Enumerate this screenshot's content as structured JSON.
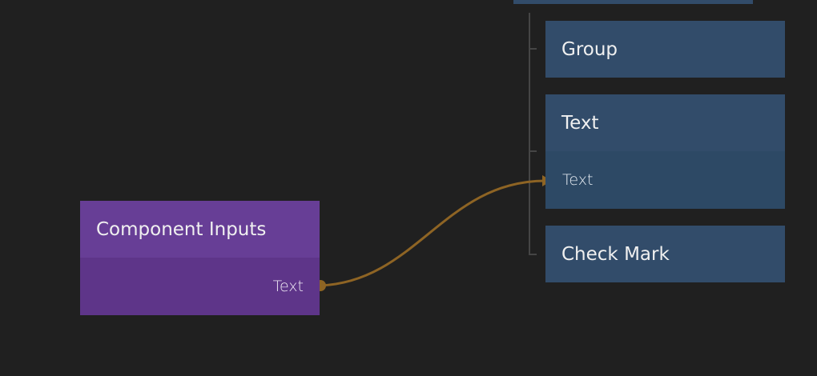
{
  "nodes": {
    "component_inputs": {
      "title": "Component Inputs",
      "output_port": "Text"
    },
    "group": {
      "title": "Group"
    },
    "text": {
      "title": "Text",
      "input_port": "Text"
    },
    "check_mark": {
      "title": "Check Mark"
    }
  },
  "colors": {
    "background": "#202020",
    "component_node_header": "#673e96",
    "component_node_body": "#5e3589",
    "visual_node": "#324c6a",
    "connection": "#8e6424"
  }
}
